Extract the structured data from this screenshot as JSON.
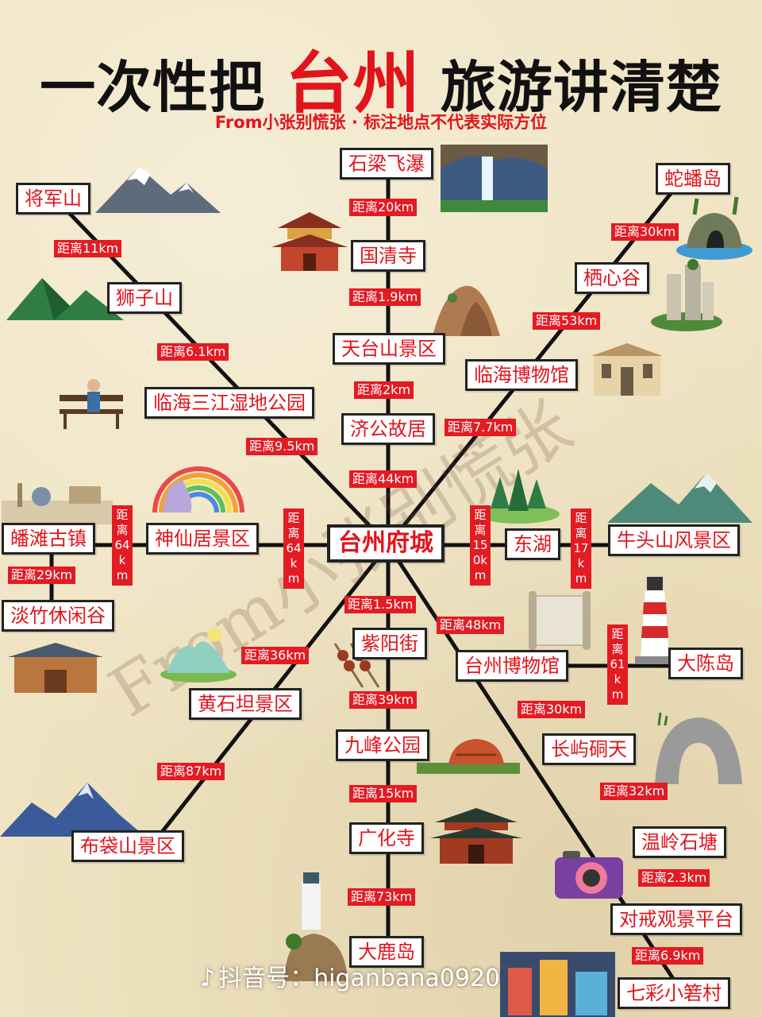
{
  "title": {
    "pre": "一次性把",
    "highlight": "台州",
    "post": "旅游讲清楚"
  },
  "subtitle": "From小张别慌张 · 标注地点不代表实际方位",
  "watermark": "From小张别慌张",
  "source": {
    "icon": "douyin-icon",
    "text": "抖音号：higanbana0920"
  },
  "colors": {
    "accent": "#e31b23",
    "line": "#111111",
    "background": "#efe3c1"
  },
  "center": "台州府城",
  "stations": {
    "shiliangfeipu": "石梁飞瀑",
    "guoqingsi": "国清寺",
    "tiantaishan": "天台山景区",
    "jigong": "济公故居",
    "jiangjunshan": "将军山",
    "shizishan": "狮子山",
    "sanjiang": "临海三江湿地公园",
    "shedandao": "蛇蟠岛",
    "qixingu": "栖心谷",
    "linhai_museum": "临海博物馆",
    "fantan": "皤滩古镇",
    "shenxianju": "神仙居景区",
    "danzhu": "淡竹休闲谷",
    "donghu": "东湖",
    "niutoushan": "牛头山风景区",
    "ziyangjie": "紫阳街",
    "jiufeng": "九峰公园",
    "guanghuasi": "广化寺",
    "daludao": "大鹿岛",
    "huangshitan": "黄石坦景区",
    "budaishan": "布袋山景区",
    "taizhou_museum": "台州博物馆",
    "dachendao": "大陈岛",
    "changyu": "长屿硐天",
    "wenling": "温岭石塘",
    "duijie": "对戒观景平台",
    "qicai": "七彩小箬村"
  },
  "distances": {
    "shiliang_guoqing": "距离20km",
    "guoqing_tiantai": "距离1.9km",
    "tiantai_jigong": "距离2km",
    "jigong_center": "距离44km",
    "jiangjun_shizi": "距离11km",
    "shizi_sanjiang": "距离6.1km",
    "sanjiang_center": "距离9.5km",
    "shedan_qixin": "距离30km",
    "qixin_linhai": "距离53km",
    "linhai_center": "距离7.7km",
    "fantan_danzhu": "距离29km",
    "center_ziyang": "距离1.5km",
    "ziyang_jiufeng": "距离39km",
    "jiufeng_guanghua": "距离15km",
    "guanghua_dalu": "距离73km",
    "center_huangshitan": "距离36km",
    "huangshitan_budai": "距离87km",
    "center_taizhoumuseum": "距离48km",
    "taizhoumuseum_changyu": "距离30km",
    "changyu_wenling": "距离32km",
    "wenling_duijie": "距离2.3km",
    "duijie_qicai": "距离6.9km",
    "fantan_shenxian_v": "距离64km",
    "shenxian_center_v": "距离64km",
    "center_donghu_v": "距离150km",
    "donghu_niutou_v": "距离17km",
    "taizhoumuseum_dachen_v": "距离61km"
  }
}
